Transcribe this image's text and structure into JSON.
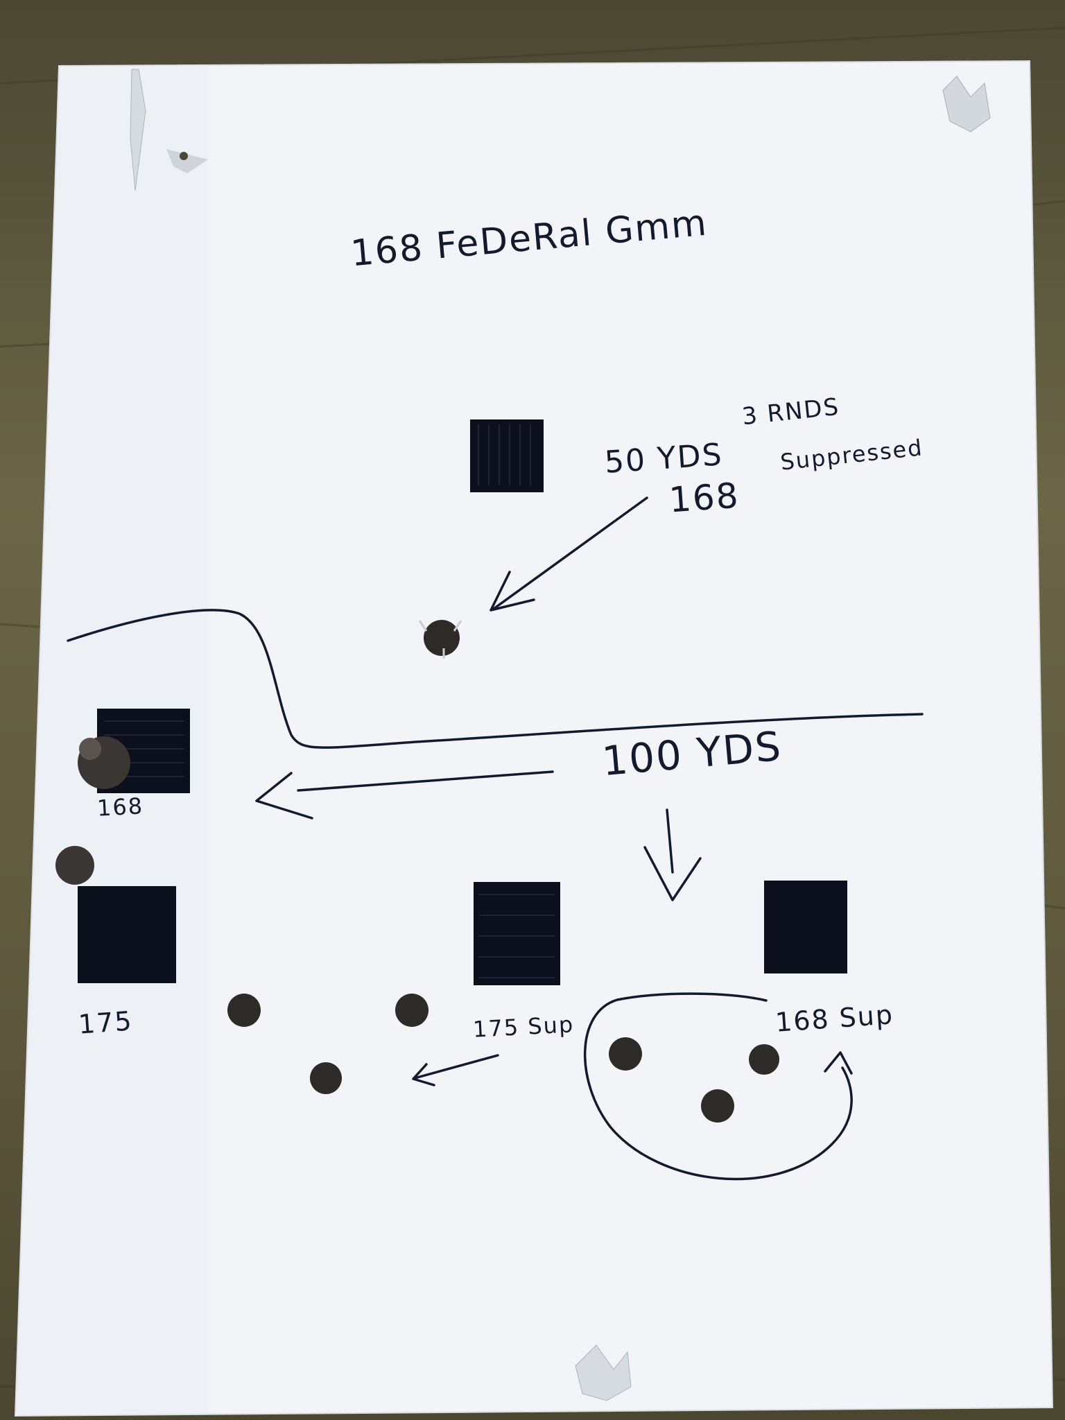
{
  "target": {
    "title": "168 FeDeRal Gmm",
    "note_distance_50": "50 YDS",
    "note_rounds": "3 RNDS",
    "note_suppressed": "Suppressed",
    "note_load_50": "168",
    "note_distance_100": "100 YDS",
    "labels": {
      "left_168": "168",
      "left_175": "175",
      "center_175_sup": "175 Sup",
      "right_168_sup": "168 Sup"
    }
  },
  "colors": {
    "background_wood": "#5d583d",
    "paper": "#f3f5f8",
    "ink": "#141a2e",
    "square_fill": "#0c0f1c",
    "bullet_hole": "#2d2a28"
  }
}
